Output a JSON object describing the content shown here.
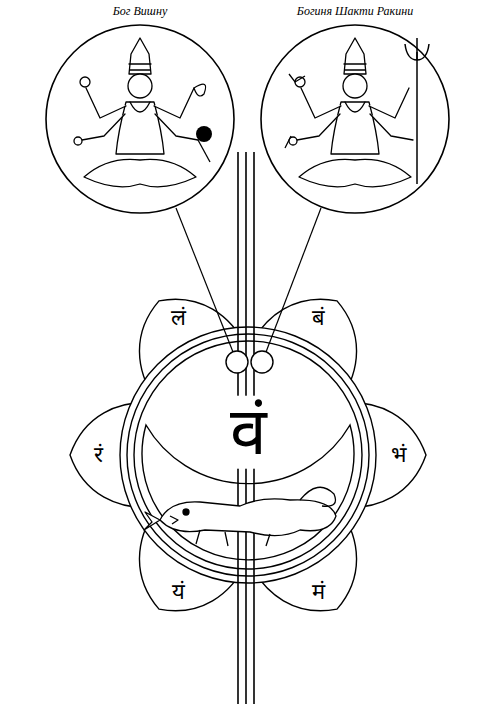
{
  "diagram": {
    "nodes": [
      {
        "text": [
          "Бог Вишну"
        ]
      },
      {
        "text": [
          "Богиня Шакти Ракини"
        ]
      }
    ],
    "labels": [
      "लं",
      "बं",
      "रं",
      "भं",
      "यं",
      "मं",
      "वं"
    ]
  }
}
